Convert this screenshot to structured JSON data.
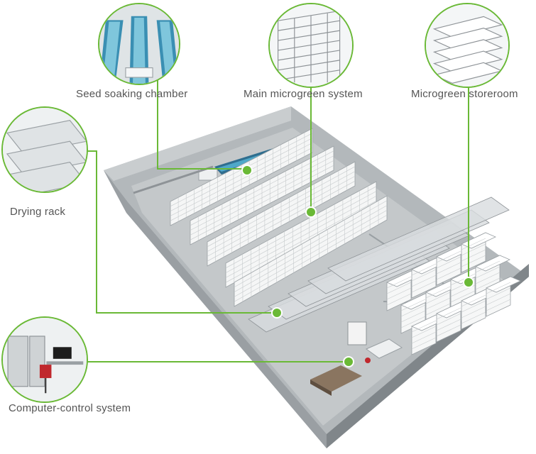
{
  "labels": {
    "seed_soaking": "Seed soaking chamber",
    "main_system": "Main microgreen system",
    "storeroom": "Microgreen storeroom",
    "drying_rack": "Drying rack",
    "computer_control": "Computer-control system"
  },
  "colors": {
    "accent": "#6ab936",
    "floor": "#b9bdc0",
    "wall": "#8e9397",
    "rack": "#f2f3f3",
    "text": "#555555"
  }
}
